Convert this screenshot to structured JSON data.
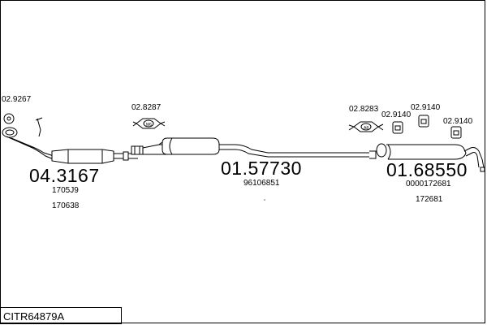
{
  "parts": {
    "p1_number": "02.9267",
    "cat_number": "04.3167",
    "cat_ref1": "1705J9",
    "cat_ref2": "170638",
    "gasket1_number": "02.8287",
    "center_number": "01.57730",
    "center_ref1": "96106851",
    "gasket2_number": "02.8283",
    "hanger1_number": "02.9140",
    "hanger2_number": "02.9140",
    "hanger3_number": "02.9140",
    "rear_number": "01.68550",
    "rear_ref1": "0000172681",
    "rear_ref2": "172681"
  },
  "diagram_code": "CITR64879A"
}
